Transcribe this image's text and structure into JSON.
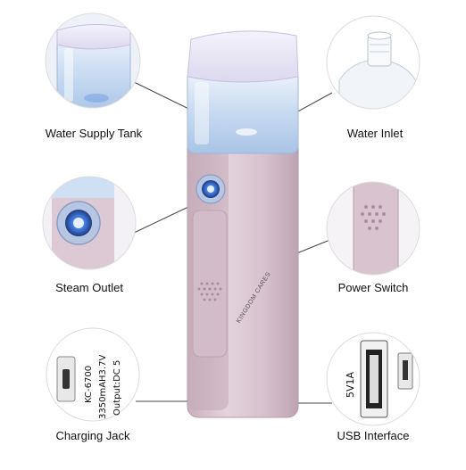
{
  "device": {
    "brand": "KINGDOM CARES",
    "body_color": "#d9c4cf",
    "tank_color": "#cfe1f5"
  },
  "labels": {
    "water_supply_tank": "Water Supply Tank",
    "water_inlet": "Water Inlet",
    "steam_outlet": "Steam Outlet",
    "power_switch": "Power Switch",
    "charging_jack": "Charging Jack",
    "usb_interface": "USB Interface"
  },
  "charging_jack_inset": {
    "line1": "KC-6700",
    "line2": "3350mAH3.7V",
    "line3": "Output:DC 5"
  },
  "usb_interface_inset": {
    "text": "5V1A"
  }
}
